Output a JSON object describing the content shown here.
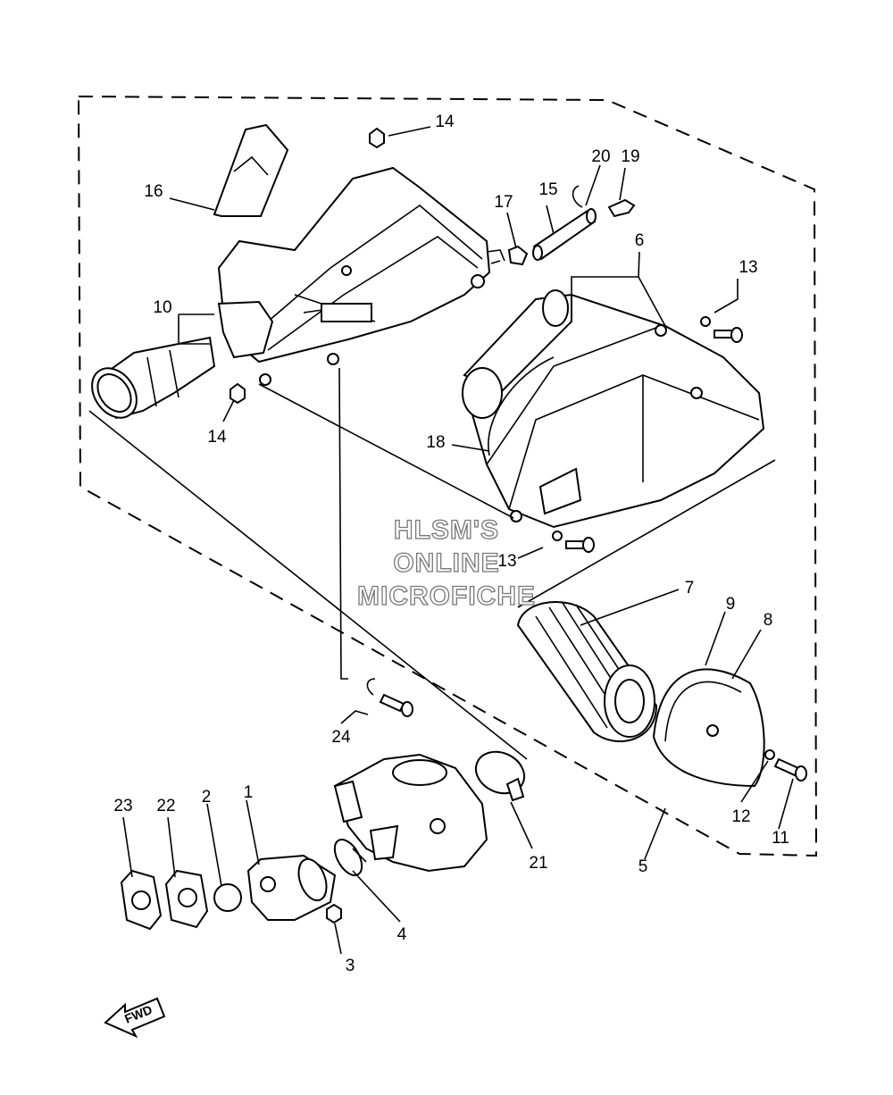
{
  "callouts": [
    {
      "id": "c1",
      "text": "1"
    },
    {
      "id": "c2",
      "text": "2"
    },
    {
      "id": "c3",
      "text": "3"
    },
    {
      "id": "c4",
      "text": "4"
    },
    {
      "id": "c5",
      "text": "5"
    },
    {
      "id": "c6",
      "text": "6"
    },
    {
      "id": "c7",
      "text": "7"
    },
    {
      "id": "c8",
      "text": "8"
    },
    {
      "id": "c9",
      "text": "9"
    },
    {
      "id": "c10",
      "text": "10"
    },
    {
      "id": "c11",
      "text": "11"
    },
    {
      "id": "c12",
      "text": "12"
    },
    {
      "id": "c13a",
      "text": "13"
    },
    {
      "id": "c13b",
      "text": "13"
    },
    {
      "id": "c14a",
      "text": "14"
    },
    {
      "id": "c14b",
      "text": "14"
    },
    {
      "id": "c15",
      "text": "15"
    },
    {
      "id": "c16",
      "text": "16"
    },
    {
      "id": "c17",
      "text": "17"
    },
    {
      "id": "c18",
      "text": "18"
    },
    {
      "id": "c19",
      "text": "19"
    },
    {
      "id": "c20",
      "text": "20"
    },
    {
      "id": "c21",
      "text": "21"
    },
    {
      "id": "c22",
      "text": "22"
    },
    {
      "id": "c23",
      "text": "23"
    },
    {
      "id": "c24",
      "text": "24"
    }
  ],
  "watermark": {
    "line1": "HLSM'S",
    "line2": "ONLINE",
    "line3": "MICROFICHE"
  },
  "fwd": {
    "text": "FWD"
  }
}
